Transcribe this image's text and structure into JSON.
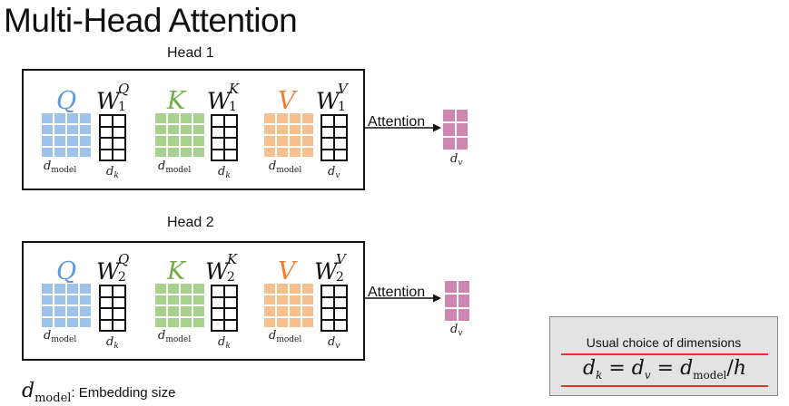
{
  "title": "Multi-Head Attention",
  "colors": {
    "q": "#5b9bd5",
    "k": "#70ad47",
    "v": "#ed7d31",
    "q_fill": "#9ec3ea",
    "k_fill": "#a9d18e",
    "v_fill": "#f8c08e",
    "out_fill": "#cc88b0"
  },
  "heads": [
    {
      "label": "Head 1",
      "index": "1",
      "q": "Q",
      "k": "K",
      "v": "V",
      "wq": "W",
      "wq_sup": "Q",
      "wk": "W",
      "wk_sup": "K",
      "wv": "W",
      "wv_sup": "V",
      "attention": "Attention"
    },
    {
      "label": "Head 2",
      "index": "2",
      "q": "Q",
      "k": "K",
      "v": "V",
      "wq": "W",
      "wq_sup": "Q",
      "wk": "W",
      "wk_sup": "K",
      "wv": "W",
      "wv_sup": "V",
      "attention": "Attention"
    }
  ],
  "dims": {
    "d": "d",
    "model": "model",
    "k": "k",
    "v": "v"
  },
  "note": {
    "title": "Usual choice of dimensions",
    "formula_eq1": " = ",
    "formula_eq2": " = ",
    "formula_div": "/",
    "formula_h": "h"
  },
  "legend": {
    "text": ": Embedding size"
  }
}
